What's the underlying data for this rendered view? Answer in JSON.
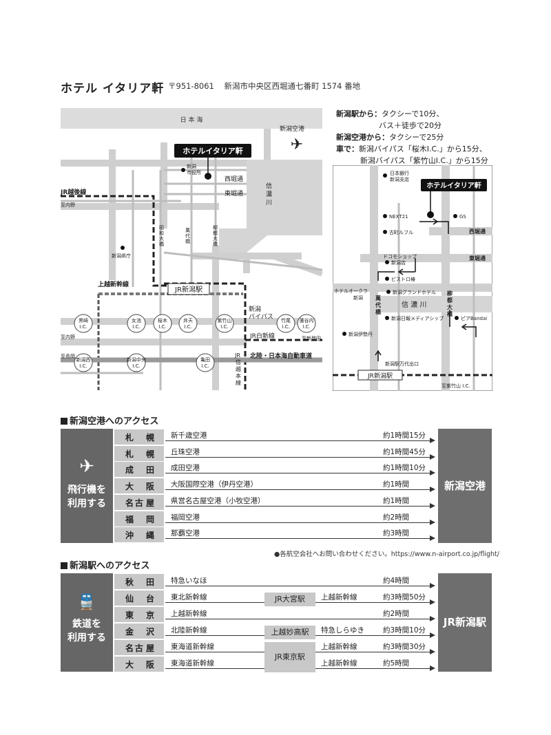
{
  "header": {
    "hotel_name": "ホテル イタリア軒",
    "postal": "〒951-8061",
    "address": "新潟市中央区西堀通七番町 1574 番地"
  },
  "directions": {
    "station_label": "新潟駅から：",
    "station_l1": "タクシーで10分、",
    "station_l2": "バス＋徒歩で20分",
    "airport_label": "新潟空港から：",
    "airport_l1": "タクシーで25分",
    "car_label": "車で：",
    "car_l1": "新潟バイパス「桜木I.C.」から15分、",
    "car_l2": "新潟バイパス「紫竹山I.C.」から15分"
  },
  "map_large": {
    "sea": "日 本 海",
    "airport": "新潟空港",
    "hotel_badge": "ホテルイタリア軒",
    "city_hall_1": "新潟",
    "city_hall_2": "市役所",
    "nishibori": "西堀通",
    "higashibori": "東堀通",
    "shinano_1": "信",
    "shinano_2": "濃",
    "shinano_3": "川",
    "jr_echigo": "JR越後線",
    "to_uchino": "至内野",
    "showa_1": "昭",
    "showa_2": "和",
    "showa_3": "大",
    "showa_4": "橋",
    "bandai_1": "萬",
    "bandai_2": "代",
    "bandai_3": "橋",
    "yachiyo_1": "柳",
    "yachiyo_2": "都",
    "yachiyo_3": "大",
    "yachiyo_4": "橋",
    "pref_office": "新潟県庁",
    "joetsu_shinkansen": "上越新幹線",
    "jr_niigata": "JR新潟駅",
    "niigata_bypass_1": "新潟",
    "niigata_bypass_2": "バイパス",
    "jr_hakushin": "JR白新線",
    "to_shibata": "至新発田",
    "hokuriku_expwy": "北陸・日本海自動車道",
    "to_naka": "至内野",
    "to_nagaoka": "至長岡",
    "jr_shinetsu_1": "JR",
    "jr_shinetsu_2": "信",
    "jr_shinetsu_3": "越",
    "jr_shinetsu_4": "本",
    "jr_shinetsu_5": "線",
    "ic_kurosaki_1": "黒崎",
    "ic_kurosaki_2": "I.C.",
    "ic_momoike_1": "女池",
    "ic_momoike_2": "I.C.",
    "ic_sakuragi_1": "桜木",
    "ic_sakuragi_2": "I.C.",
    "ic_benten_1": "弁天",
    "ic_benten_2": "I.C.",
    "ic_shichikuyama_1": "紫竹山",
    "ic_shichikuyama_2": "I.C.",
    "ic_takeo_1": "竹尾",
    "ic_takeo_2": "I.C.",
    "ic_kameda2_1": "蓮谷内",
    "ic_kameda2_2": "I.C.",
    "ic_niigatanishi_1": "新潟西",
    "ic_niigatanishi_2": "I.C.",
    "ic_niigatachuo_1": "新潟中央",
    "ic_niigatachuo_2": "I.C.",
    "ic_kameda_1": "亀田",
    "ic_kameda_2": "I.C."
  },
  "map_small": {
    "bank_1": "日本銀行",
    "bank_2": "新潟支店",
    "hotel_badge": "ホテルイタリア軒",
    "next21": "NEXT21",
    "gs": "GS",
    "furumachi": "古町ルフル",
    "nishibori": "西堀通",
    "docomo_1": "ドコモショップ",
    "docomo_2": "新潟店",
    "higashibori": "東堀通",
    "bistro": "ビストロ椿",
    "hotel_okura_1": "ホテルオークラ",
    "hotel_okura_2": "新潟",
    "grand_hotel": "新潟グランドホテル",
    "bandai_1": "萬",
    "bandai_2": "代",
    "bandai_3": "橋",
    "shinano": "信 濃 川",
    "yachiyo_1": "柳",
    "yachiyo_2": "都",
    "yachiyo_3": "大",
    "yachiyo_4": "橋",
    "nippo": "新潟日報メディアシップ",
    "bandai_city": "ピアBandai",
    "isetan": "新潟伊勢丹",
    "bandai_exit": "新潟駅万代出口",
    "jr_niigata": "JR新潟駅",
    "to_shichikuyama": "至紫竹山 I.C."
  },
  "air": {
    "heading": "新潟空港へのアクセス",
    "left_1": "飛行機を",
    "left_2": "利用する",
    "dest": "新潟空港",
    "rows": [
      {
        "c1": "札",
        "c2": "幌",
        "route": "新千歳空港",
        "time": "約1時間15分"
      },
      {
        "c1": "札",
        "c2": "幌",
        "route": "丘珠空港",
        "time": "約1時間45分"
      },
      {
        "c1": "成",
        "c2": "田",
        "route": "成田空港",
        "time": "約1時間10分"
      },
      {
        "c1": "大",
        "c2": "阪",
        "route": "大阪国際空港（伊丹空港）",
        "time": "約1時間"
      },
      {
        "c1": "名",
        "c2": "古 屋",
        "route": "県営名古屋空港（小牧空港）",
        "time": "約1時間"
      },
      {
        "c1": "福",
        "c2": "岡",
        "route": "福岡空港",
        "time": "約2時間"
      },
      {
        "c1": "沖",
        "c2": "縄",
        "route": "那覇空港",
        "time": "約3時間"
      }
    ],
    "note": "●各航空会社へお問い合わせください。https://www.n-airport.co.jp/flight/"
  },
  "rail": {
    "heading": "新潟駅へのアクセス",
    "left_1": "鉄道を",
    "left_2": "利用する",
    "dest": "JR新潟駅",
    "rows": [
      {
        "c1": "秋",
        "c2": "田",
        "route": "特急いなほ",
        "hub": "",
        "route2": "",
        "time": "約4時間"
      },
      {
        "c1": "仙",
        "c2": "台",
        "route": "東北新幹線",
        "hub": "JR大宮駅",
        "route2": "上越新幹線",
        "time": "約3時間50分"
      },
      {
        "c1": "東",
        "c2": "京",
        "route": "上越新幹線",
        "hub": "",
        "route2": "",
        "time": "約2時間"
      },
      {
        "c1": "金",
        "c2": "沢",
        "route": "北陸新幹線",
        "hub": "上越妙高駅",
        "route2": "特急しらゆき",
        "time": "約3時間10分"
      },
      {
        "c1": "名",
        "c2": "古 屋",
        "route": "東海道新幹線",
        "hub": "JR東京駅",
        "route2": "上越新幹線",
        "time": "約3時間30分"
      },
      {
        "c1": "大",
        "c2": "阪",
        "route": "東海道新幹線",
        "hub": "",
        "route2": "上越新幹線",
        "time": "約5時間"
      }
    ]
  }
}
